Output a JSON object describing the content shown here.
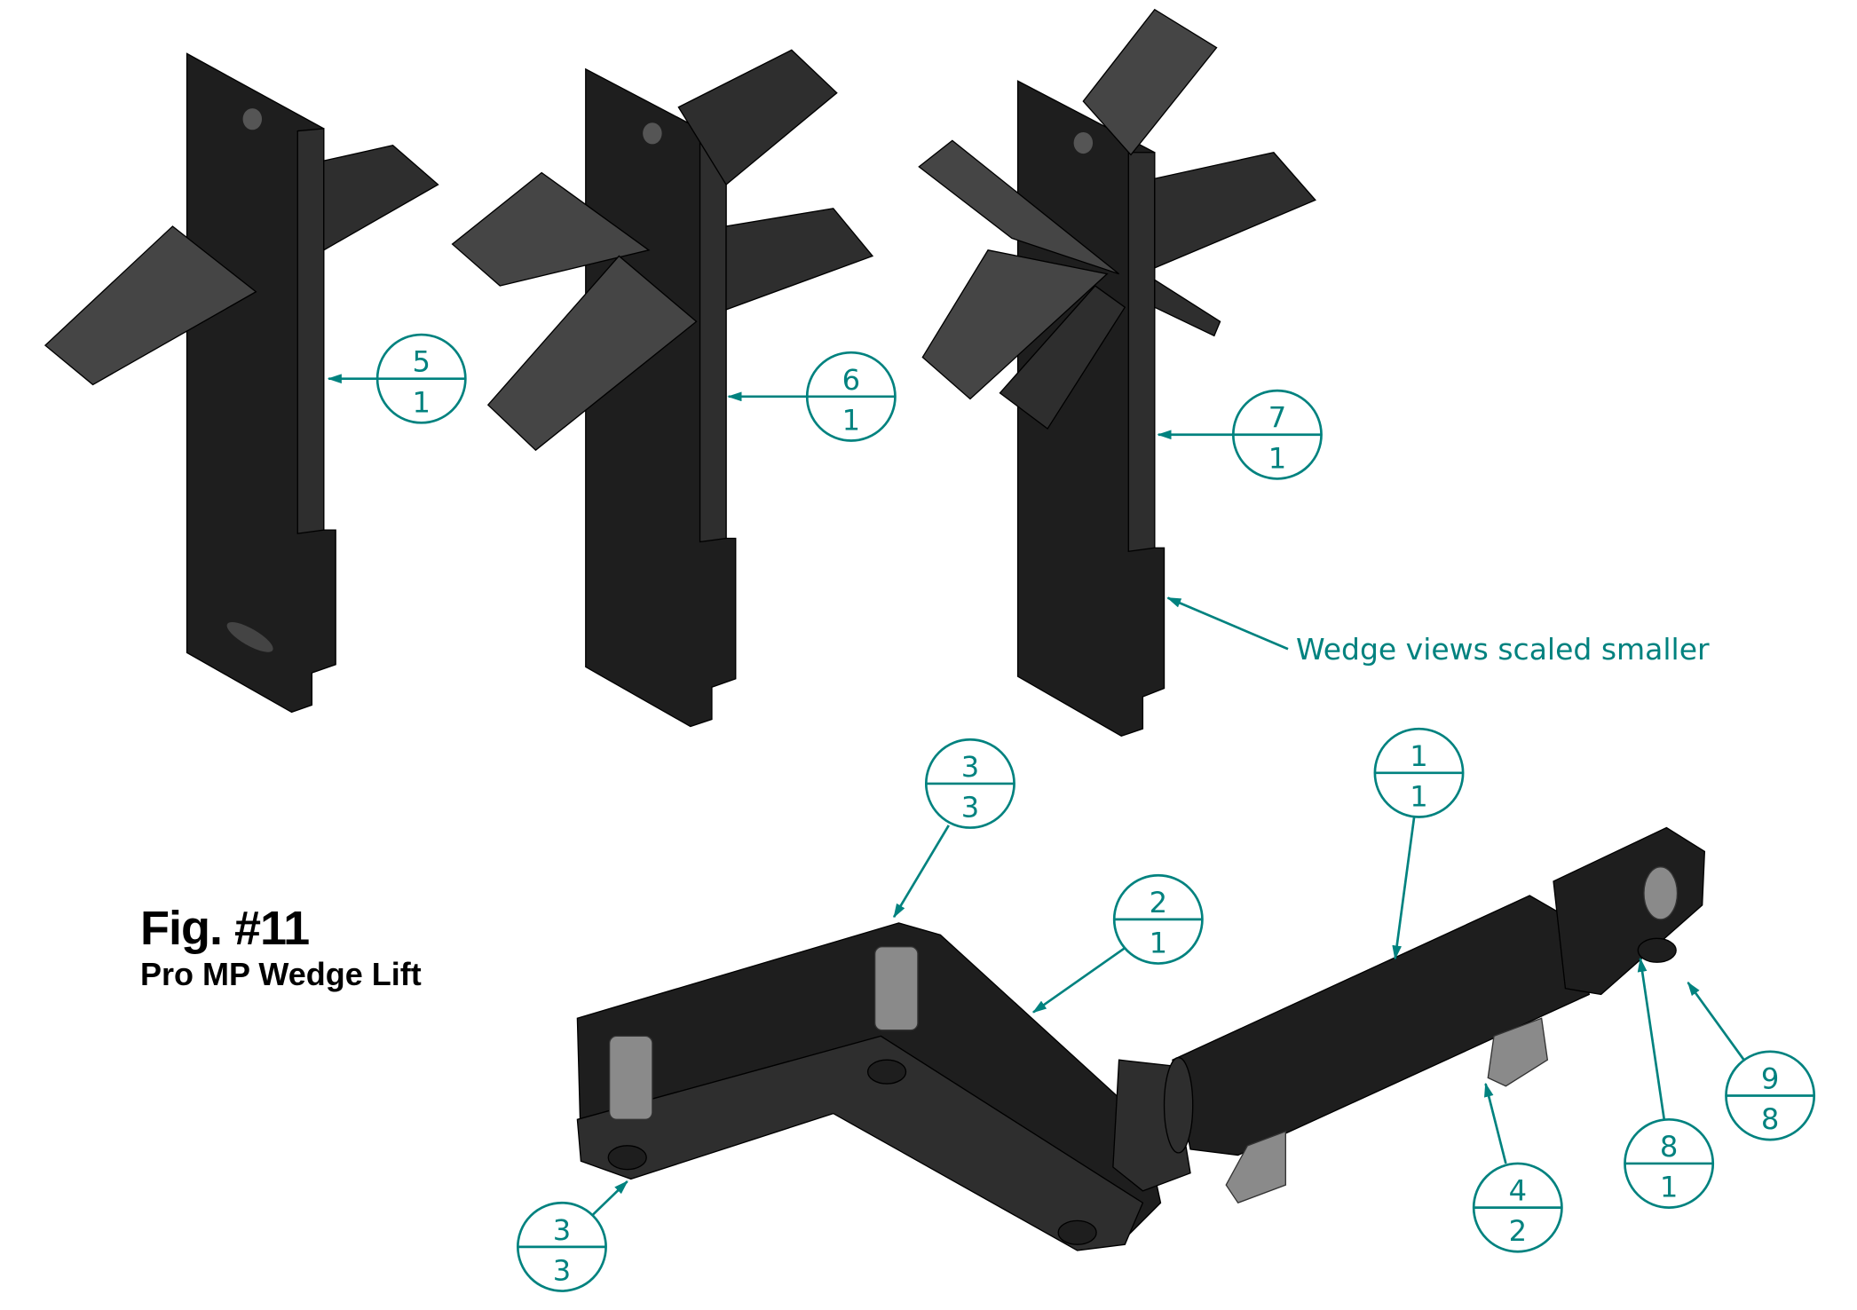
{
  "figure": {
    "title": "Fig. #11",
    "subtitle": "Pro MP Wedge Lift"
  },
  "note": "Wedge views scaled smaller",
  "accent_color": "#00827f",
  "balloons": [
    {
      "item": "5",
      "qty": "1"
    },
    {
      "item": "6",
      "qty": "1"
    },
    {
      "item": "7",
      "qty": "1"
    },
    {
      "item": "3",
      "qty": "3"
    },
    {
      "item": "1",
      "qty": "1"
    },
    {
      "item": "2",
      "qty": "1"
    },
    {
      "item": "3",
      "qty": "3"
    },
    {
      "item": "4",
      "qty": "2"
    },
    {
      "item": "8",
      "qty": "1"
    },
    {
      "item": "9",
      "qty": "8"
    }
  ]
}
